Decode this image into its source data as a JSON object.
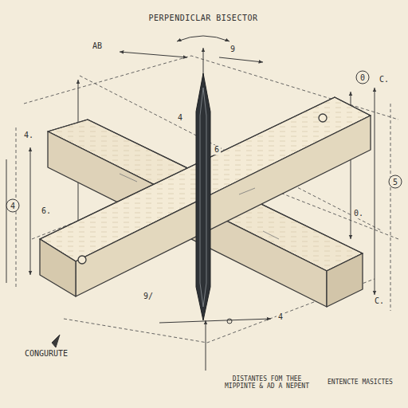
{
  "diagram": {
    "title": "PERPENDICLAR BISECTOR",
    "labels": [
      "AB",
      "9",
      "4",
      "6",
      "4.",
      "0",
      "C.",
      "5",
      "4",
      "6.",
      "0.",
      "C.",
      "9/",
      "4",
      "CONGURUTE",
      "DISTANTES FOM THEE MIPPINTE & AD A NEPENT",
      "ENTENCTE MASICTES"
    ]
  }
}
